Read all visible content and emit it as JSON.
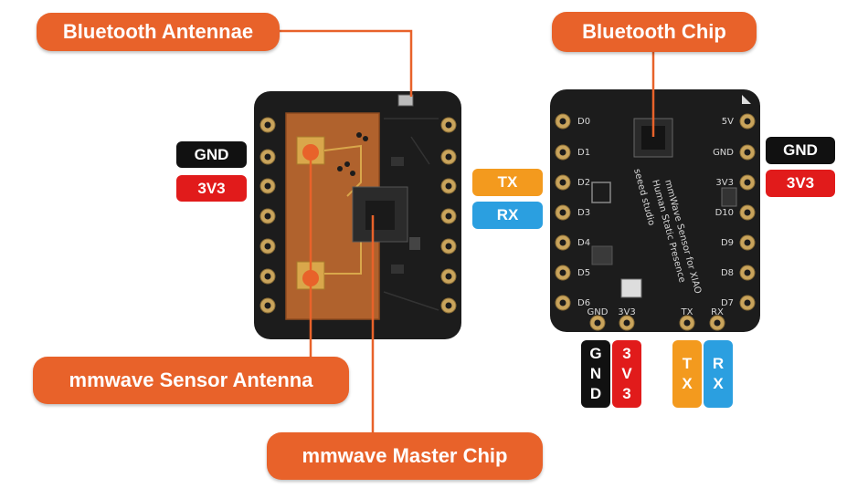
{
  "callouts": {
    "bluetooth_antennae": "Bluetooth Antennae",
    "bluetooth_chip": "Bluetooth Chip",
    "mmwave_sensor_antenna": "mmwave Sensor Antenna",
    "mmwave_master_chip": "mmwave Master Chip"
  },
  "left_pins": {
    "gnd": "GND",
    "v33": "3V3"
  },
  "center_pins": {
    "tx": "TX",
    "rx": "RX"
  },
  "right_pins": {
    "gnd": "GND",
    "v33": "3V3"
  },
  "bottom_pins": {
    "gnd": [
      "G",
      "N",
      "D"
    ],
    "v33": [
      "3",
      "V",
      "3"
    ],
    "tx": [
      "T",
      "X"
    ],
    "rx": [
      "R",
      "X"
    ]
  },
  "silkscreen": {
    "left_labels": [
      "D0",
      "D1",
      "D2",
      "D3",
      "D4",
      "D5",
      "D6"
    ],
    "right_labels": [
      "5V",
      "GND",
      "3V3",
      "D10",
      "D9",
      "D8",
      "D7"
    ],
    "bottom_labels": [
      "GND",
      "3V3",
      "TX",
      "RX"
    ],
    "brand": "seeed studio",
    "product_line1": "Human Static Presence",
    "product_line2": "mmWave Sensor for XIAO"
  },
  "colors": {
    "callout_bg": "#e8622a",
    "gnd_bg": "#111111",
    "v33_bg": "#e11b1b",
    "tx_bg": "#f39a1e",
    "rx_bg": "#2b9fe0",
    "board": "#1a1a1a"
  }
}
